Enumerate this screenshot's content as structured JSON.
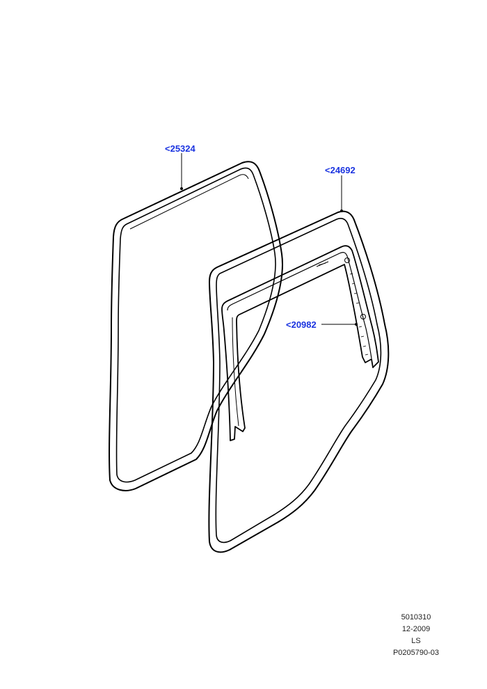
{
  "callouts": [
    {
      "label": "<25324",
      "part_ref": "25324"
    },
    {
      "label": "<24692",
      "part_ref": "24692"
    },
    {
      "label": "<20982",
      "part_ref": "20982"
    }
  ],
  "info_block": {
    "code": "5010310",
    "date": "12-2009",
    "region": "LS",
    "illustration_id": "P0205790-03"
  },
  "colors": {
    "callout_text": "#1a33e0",
    "line_art": "#000000",
    "background": "#ffffff"
  }
}
